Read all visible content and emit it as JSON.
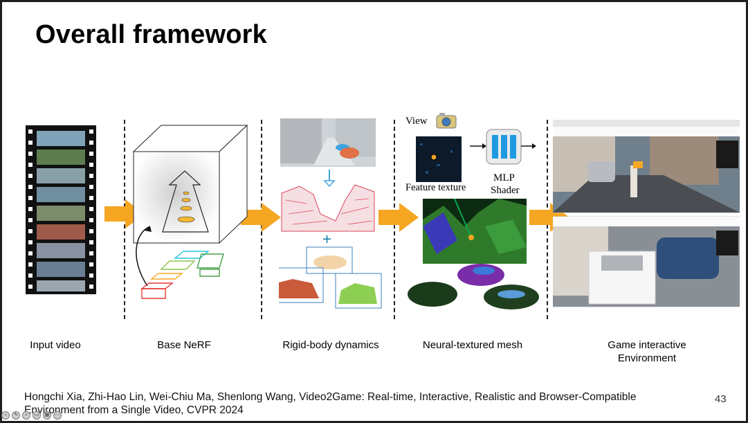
{
  "slide": {
    "title": "Overall framework",
    "page_number": "43",
    "citation": "Hongchi Xia, Zhi-Hao Lin, Wei-Chiu Ma, Shenlong Wang, Video2Game: Real-time, Interactive, Realistic and Browser-Compatible Environment from a Single Video, CVPR 2024"
  },
  "stages": [
    {
      "label": "Input video"
    },
    {
      "label": "Base NeRF"
    },
    {
      "label": "Rigid-body dynamics"
    },
    {
      "label": "Neural-textured mesh"
    },
    {
      "label": "Game interactive Environment"
    }
  ],
  "neural_mesh": {
    "view_label": "View",
    "feature_label": "Feature texture",
    "mlp_label": "MLP",
    "shader_label": "Shader"
  },
  "colors": {
    "arrow": "#f5a623",
    "divider": "#222222",
    "mlp_bar": "#1e9be0"
  },
  "toolbar": {
    "icons": [
      "back-arrow-icon",
      "pen-icon",
      "search-icon",
      "captions-icon",
      "grid-icon",
      "more-icon"
    ]
  }
}
